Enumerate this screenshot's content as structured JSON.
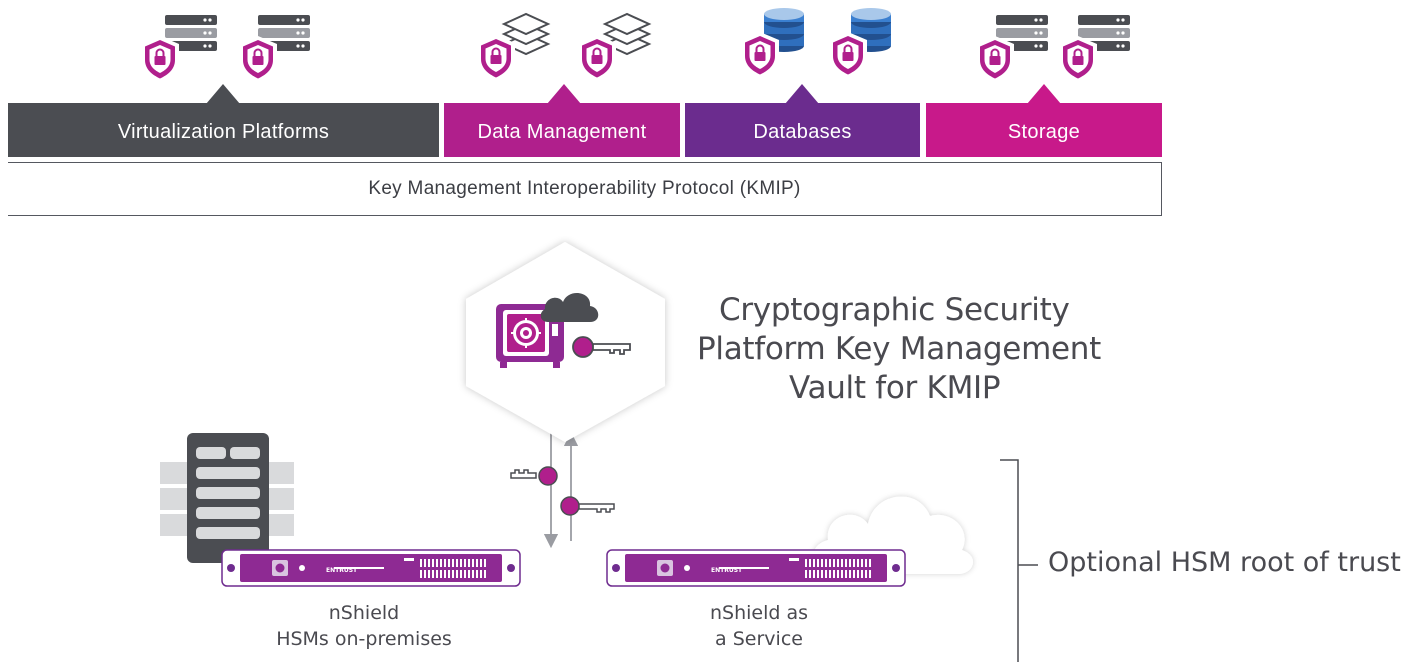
{
  "colors": {
    "dark_gray": "#4b4d52",
    "magenta": "#b81c8c",
    "purple": "#6f2c8f",
    "hot_pink": "#c8198a",
    "light_gray": "#d9dadc",
    "db_blue": "#2f6fbd"
  },
  "categories": [
    {
      "label": "Virtualization Platforms",
      "color": "#4b4d52",
      "icon": "shield-server-icon"
    },
    {
      "label": "Data Management",
      "color": "#b01f8c",
      "icon": "shield-layers-icon"
    },
    {
      "label": "Databases",
      "color": "#6b2c8e",
      "icon": "shield-database-icon"
    },
    {
      "label": "Storage",
      "color": "#c8198a",
      "icon": "shield-server-icon"
    }
  ],
  "protocol": {
    "label": "Key Management Interoperability Protocol (KMIP)"
  },
  "vault": {
    "title_line1": "Cryptographic Security",
    "title_line2": "Platform Key Management",
    "title_line3": "Vault for KMIP",
    "icon": "vault-cloud-key-icon"
  },
  "hsm_onprem": {
    "line1": "nShield",
    "line2": "HSMs on-premises",
    "brand": "ENTRUST"
  },
  "hsm_service": {
    "line1": "nShield as",
    "line2": "a Service",
    "brand": "ENTRUST"
  },
  "optional": {
    "label": "Optional HSM root of trust"
  }
}
